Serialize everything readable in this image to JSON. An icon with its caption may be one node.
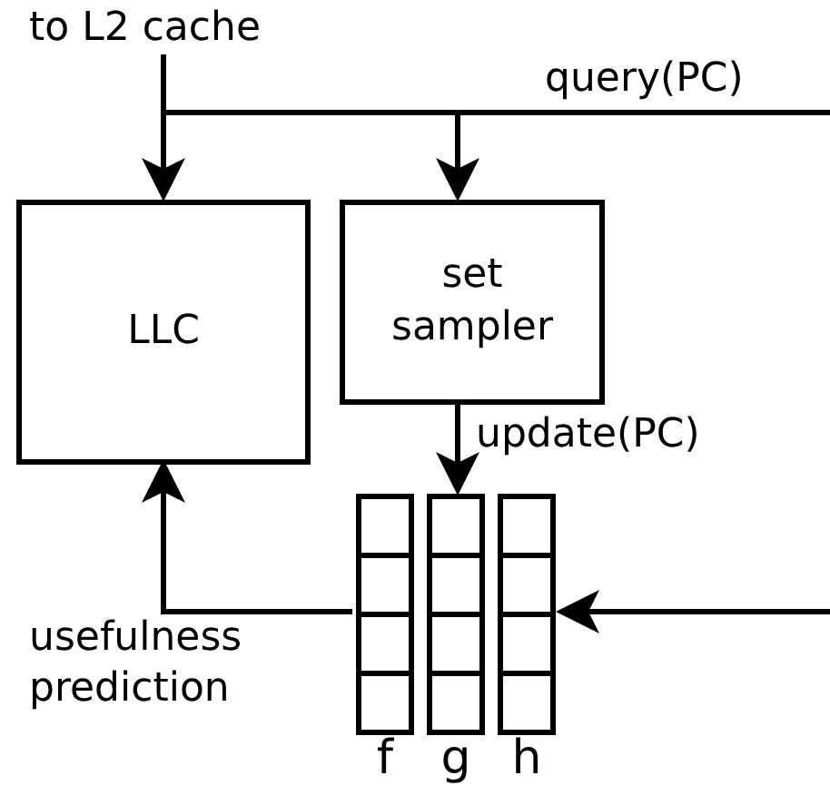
{
  "diagram": {
    "nodes": [
      {
        "text": [
          "LLC"
        ]
      },
      {
        "text": [
          "set sampler"
        ]
      },
      {
        "text": [],
        "shape": "grid",
        "beside": [
          "f",
          "g",
          "h"
        ]
      }
    ],
    "edges": [
      {
        "from": null,
        "to": 0,
        "arrow": "to",
        "label": "query(PC)"
      },
      {
        "from": null,
        "to": 1,
        "arrow": "to"
      },
      {
        "from": 1,
        "to": 2,
        "arrow": "to",
        "label": "update(PC)"
      },
      {
        "from": null,
        "to": 2,
        "arrow": "to"
      },
      {
        "from": 2,
        "to": 0,
        "arrow": "to",
        "label": "usefulness prediction"
      }
    ],
    "labels": [
      "to L2 cache"
    ]
  }
}
